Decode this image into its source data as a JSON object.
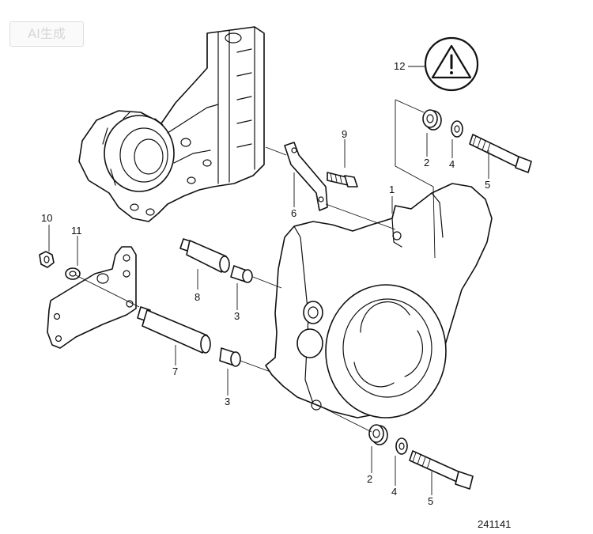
{
  "watermark": "AI生成",
  "document_number": "241141",
  "callouts": [
    "1",
    "2",
    "2",
    "3",
    "3",
    "4",
    "4",
    "5",
    "5",
    "6",
    "7",
    "8",
    "9",
    "10",
    "11",
    "12"
  ],
  "warning_icon": "warning-triangle-icon"
}
